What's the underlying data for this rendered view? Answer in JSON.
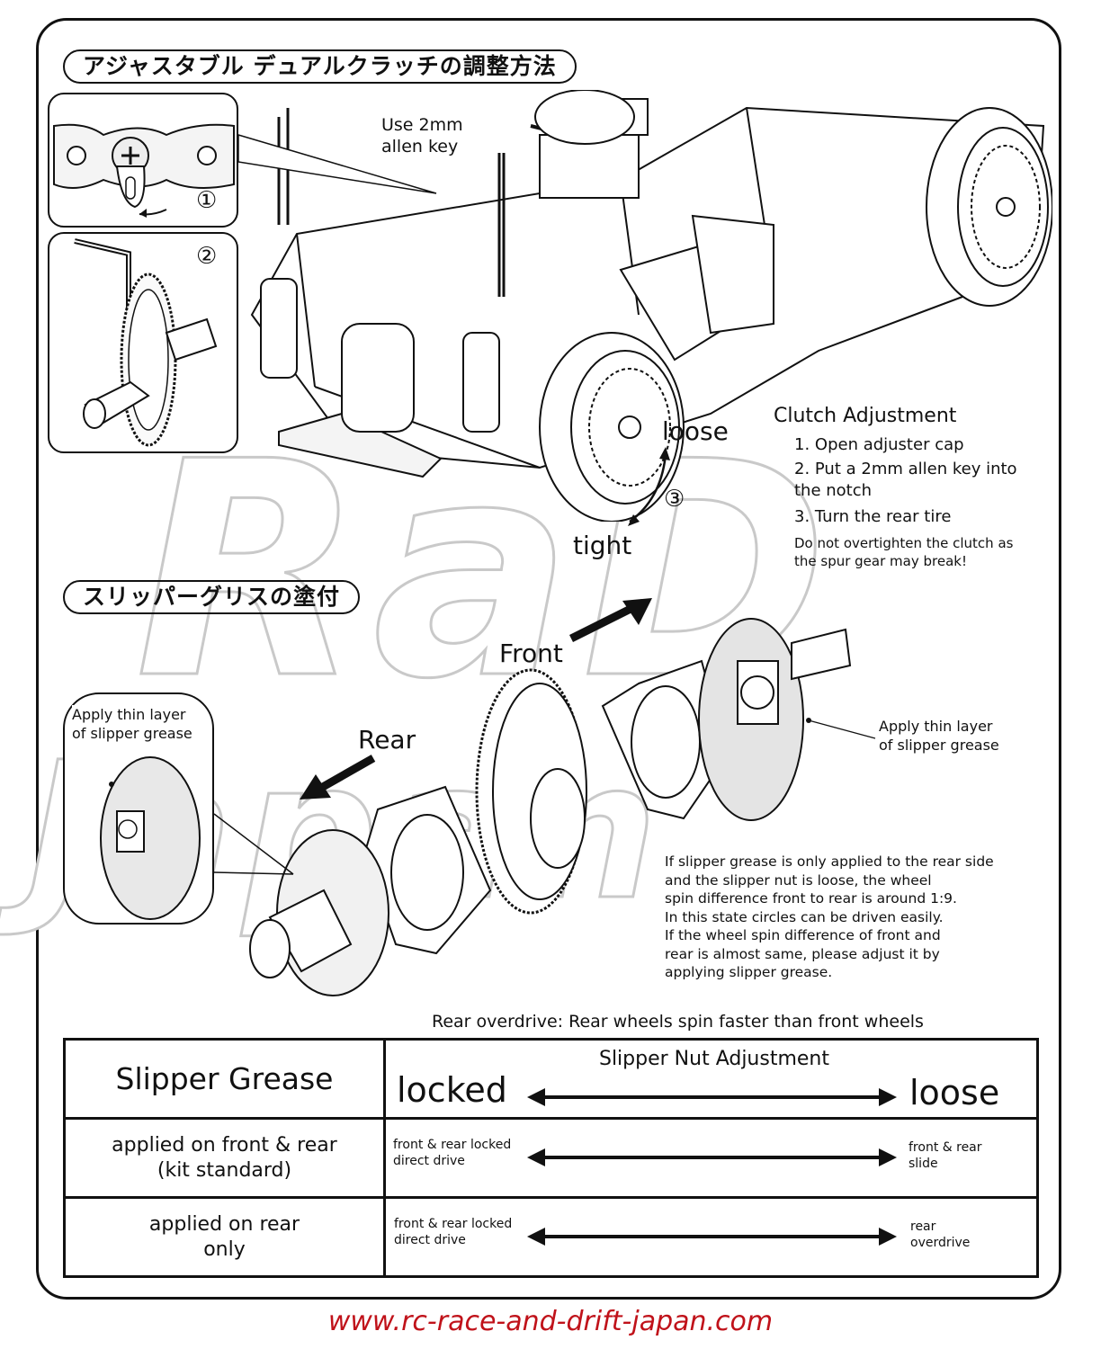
{
  "header": {
    "title_jp": "アジャスタブル デュアルクラッチの調整方法",
    "grease_title_jp": "スリッパーグリスの塗付"
  },
  "watermark": {
    "line1": "RaD",
    "line2": "Japan"
  },
  "diagram": {
    "allen_key_note": "Use 2mm\nallen key",
    "step1_marker": "①",
    "step2_marker": "②",
    "step3_marker": "③",
    "loose_label": "loose",
    "tight_label": "tight",
    "front_label": "Front",
    "rear_label": "Rear",
    "grease_left": "Apply thin layer\nof slipper grease",
    "grease_right": "Apply thin layer\nof slipper grease"
  },
  "clutch": {
    "title": "Clutch Adjustment",
    "steps": [
      "1. Open adjuster cap",
      "2. Put a 2mm allen key into\nthe notch",
      "3. Turn the rear tire"
    ],
    "warning": "Do not overtighten the clutch as\nthe spur gear may break!"
  },
  "slipper_note": "If slipper grease is only applied to the rear side\nand the slipper nut is loose, the wheel\nspin difference front to rear is around 1:9.\nIn this state circles can be driven easily.\nIf the wheel spin difference of front and\nrear is almost same, please adjust it by\napplying slipper grease.",
  "overdrive_caption": "Rear overdrive: Rear wheels spin faster than front wheels",
  "table": {
    "header_left": "Slipper Grease",
    "header_right": "Slipper Nut Adjustment",
    "locked": "locked",
    "loose": "loose",
    "rows": [
      {
        "label": "applied on front & rear\n(kit standard)",
        "left_note": "front & rear locked\ndirect drive",
        "right_note": "front & rear\nslide"
      },
      {
        "label": "applied on rear\nonly",
        "left_note": "front & rear locked\ndirect drive",
        "right_note": "rear\noverdrive"
      }
    ]
  },
  "footer": {
    "url": "www.rc-race-and-drift-japan.com",
    "url_color": "#c0121a"
  }
}
